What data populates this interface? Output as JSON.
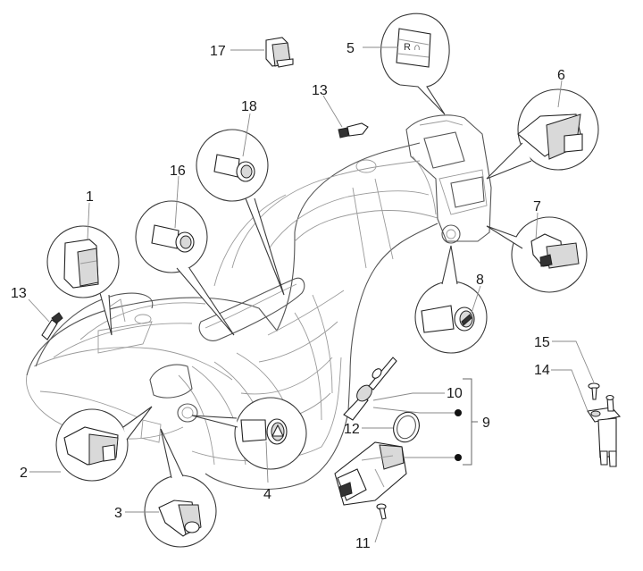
{
  "diagram": {
    "subject": "Scooter handlebar / dashboard switches and ignition lock - exploded parts view",
    "callouts": [
      {
        "id": "1",
        "label": "1",
        "part": "rocker switch"
      },
      {
        "id": "2",
        "label": "2",
        "part": "switch"
      },
      {
        "id": "3",
        "label": "3",
        "part": "switch"
      },
      {
        "id": "4",
        "label": "4",
        "part": "hazard push button"
      },
      {
        "id": "5",
        "label": "5",
        "part": "switch cover"
      },
      {
        "id": "6",
        "label": "6",
        "part": "switch"
      },
      {
        "id": "7",
        "label": "7",
        "part": "switch"
      },
      {
        "id": "8",
        "label": "8",
        "part": "push button"
      },
      {
        "id": "9",
        "label": "9",
        "part": "ignition lock set (group)"
      },
      {
        "id": "10",
        "label": "10",
        "part": "key"
      },
      {
        "id": "11",
        "label": "11",
        "part": "screw"
      },
      {
        "id": "12",
        "label": "12",
        "part": "ring / gasket"
      },
      {
        "id": "13a",
        "label": "13",
        "part": "bulb (left)"
      },
      {
        "id": "13b",
        "label": "13",
        "part": "bulb (top)"
      },
      {
        "id": "14",
        "label": "14",
        "part": "stop switch"
      },
      {
        "id": "15",
        "label": "15",
        "part": "screw"
      },
      {
        "id": "16",
        "label": "16",
        "part": "switch"
      },
      {
        "id": "17",
        "label": "17",
        "part": "push button"
      },
      {
        "id": "18",
        "label": "18",
        "part": "push button"
      }
    ],
    "group_bracket": {
      "label": "9",
      "members": [
        "10",
        "ignition-lock-body"
      ]
    },
    "colors": {
      "line": "#222222",
      "background": "#ffffff"
    }
  }
}
